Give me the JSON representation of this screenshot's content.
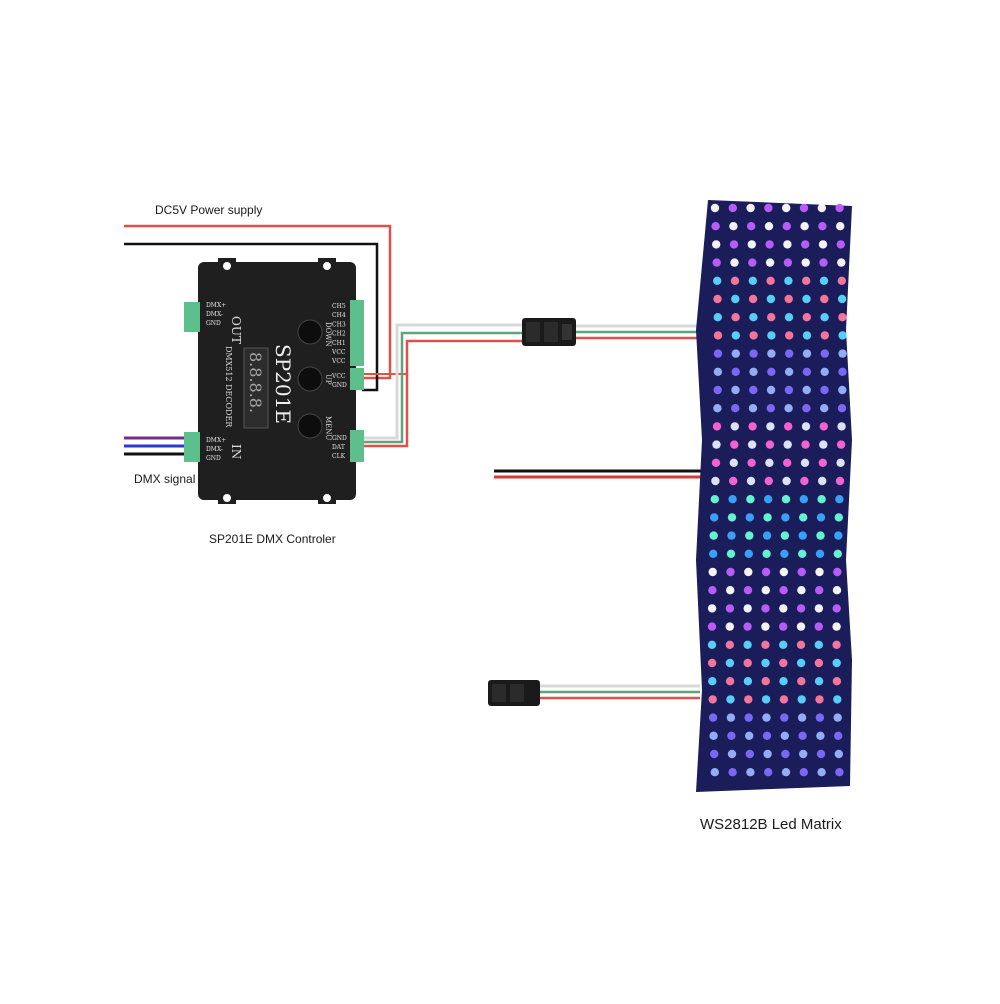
{
  "labels": {
    "power_supply": "DC5V Power supply",
    "dmx_signal": "DMX signal",
    "controller": "SP201E DMX Controler",
    "matrix": "WS2812B Led Matrix"
  },
  "controller": {
    "model": "SP201E",
    "subtitle": "DMX512 DECODER",
    "display": "8.8.8.8.",
    "out_label": "OUT",
    "in_label": "IN",
    "out_pins": [
      "DMX+",
      "DMX-",
      "GND"
    ],
    "in_pins": [
      "DMX+",
      "DMX-",
      "GND"
    ],
    "ch_pins": [
      "CH5",
      "CH4",
      "CH3",
      "CH2",
      "CH1",
      "VCC",
      "VCC"
    ],
    "pwr_pins": [
      "VCC",
      "GND"
    ],
    "sig_pins": [
      "GND",
      "DAT",
      "CLK"
    ],
    "buttons": [
      "DOWN",
      "UP",
      "MENU"
    ]
  },
  "colors": {
    "wire_red": "#e0504a",
    "wire_black": "#111111",
    "wire_white": "#d8d8d8",
    "wire_green": "#5fa47c",
    "wire_purple": "#7a2a8f",
    "wire_blue": "#2a3ad0",
    "terminal_green": "#5cbf8c",
    "controller_body": "#1f1f1f",
    "matrix_bg": "#1b1c5a"
  },
  "led_palette": [
    "#ffffff",
    "#e8ecff",
    "#5ad8ff",
    "#3aa8ff",
    "#7f6bff",
    "#c060ff",
    "#ff66d8",
    "#ff7aa0",
    "#66ffd8",
    "#9ab4ff"
  ]
}
